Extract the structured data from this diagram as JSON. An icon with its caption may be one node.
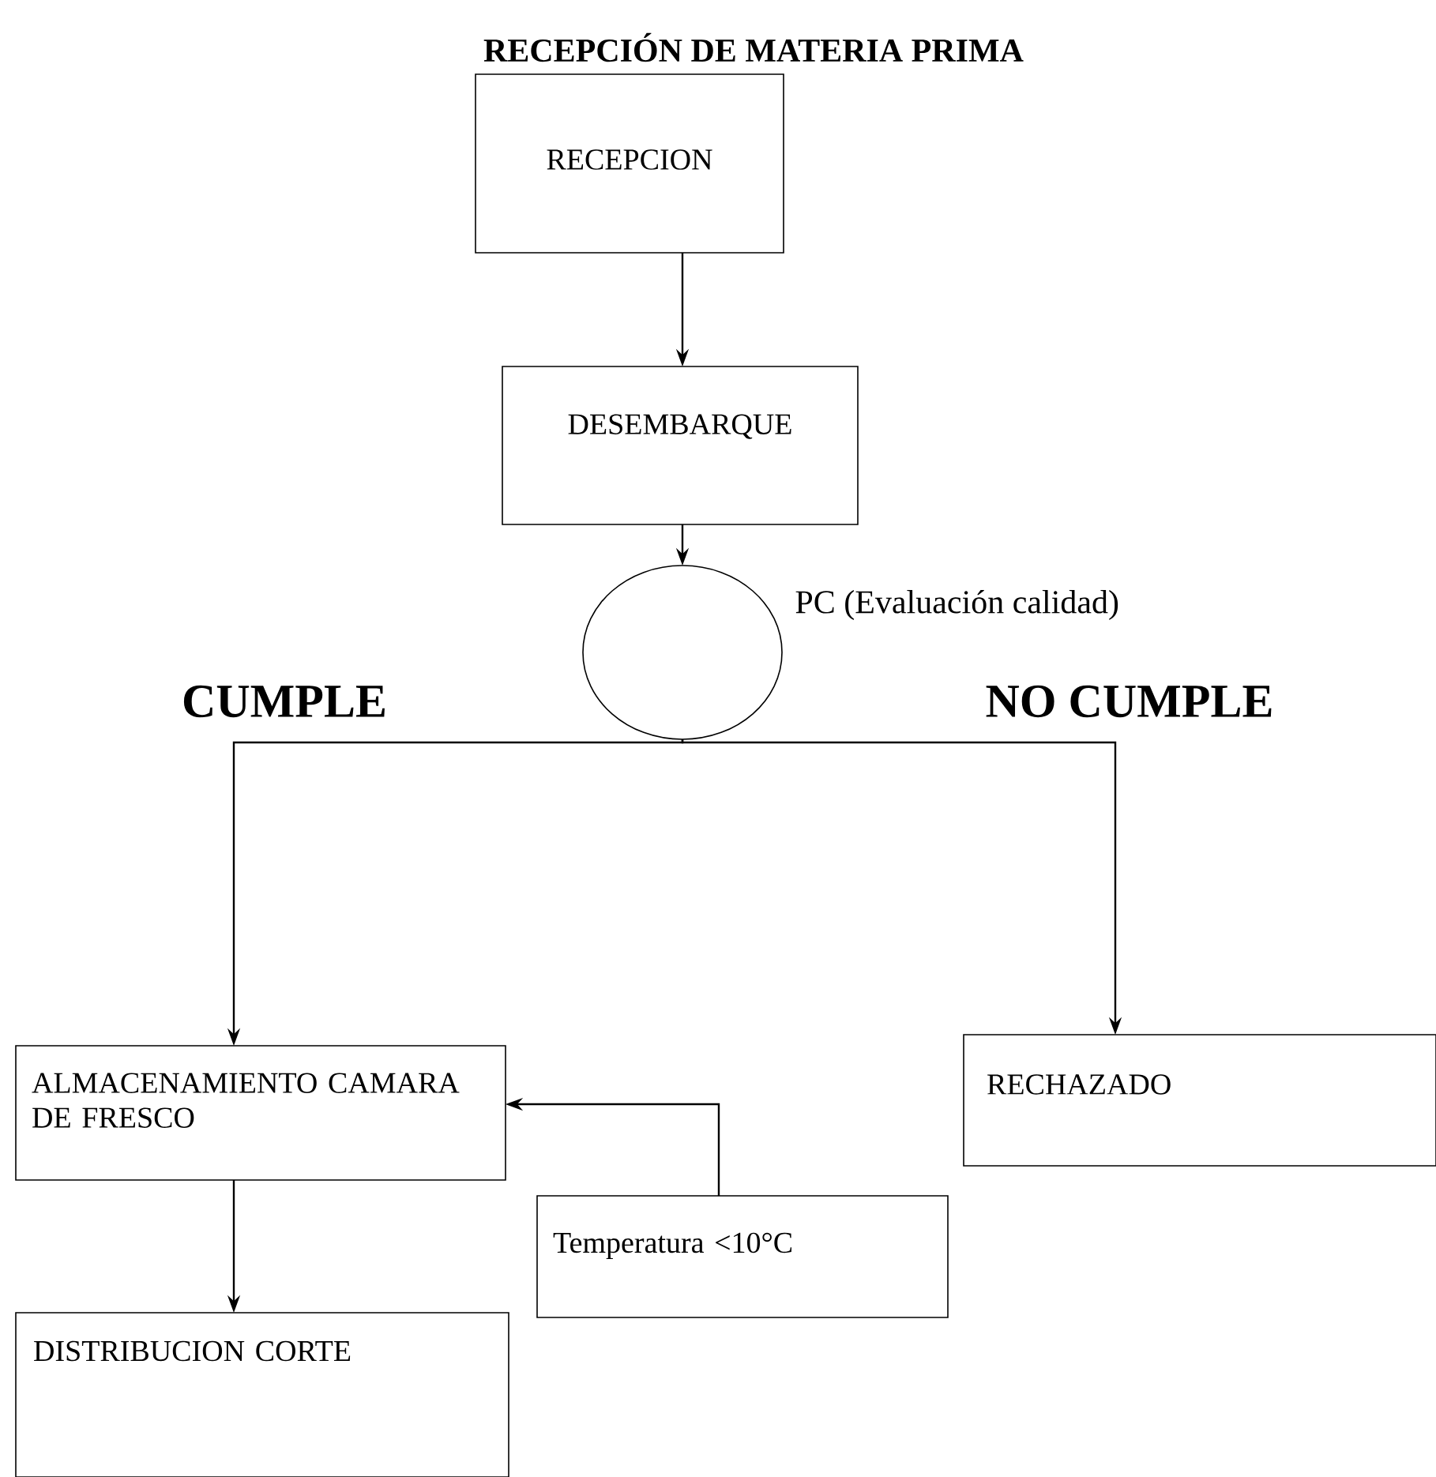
{
  "diagram": {
    "title": "RECEPCIÓN DE MATERIA PRIMA",
    "nodes": [
      {
        "text": [
          "RECEPCION"
        ]
      },
      {
        "text": [
          "DESEMBARQUE"
        ]
      },
      {
        "text": [],
        "shape": "ellipse",
        "beside": [
          "PC (Evaluación calidad)"
        ]
      },
      {
        "text": [
          "ALMACENAMIENTO CAMARA DE FRESCO"
        ]
      },
      {
        "text": [
          "RECHAZADO"
        ]
      },
      {
        "text": [
          "Temperatura <10°C"
        ]
      },
      {
        "text": [
          "DISTRIBUCION CORTE"
        ]
      }
    ],
    "edges": [
      {
        "from": 0,
        "to": 1,
        "arrow": "to"
      },
      {
        "from": 1,
        "to": 2,
        "arrow": "to"
      },
      {
        "from": 2,
        "to": 3,
        "arrow": "to",
        "label": "CUMPLE"
      },
      {
        "from": 2,
        "to": 4,
        "arrow": "to",
        "label": "NO CUMPLE"
      },
      {
        "from": 5,
        "to": 3,
        "arrow": "to"
      },
      {
        "from": 3,
        "to": 6,
        "arrow": "to"
      }
    ]
  }
}
